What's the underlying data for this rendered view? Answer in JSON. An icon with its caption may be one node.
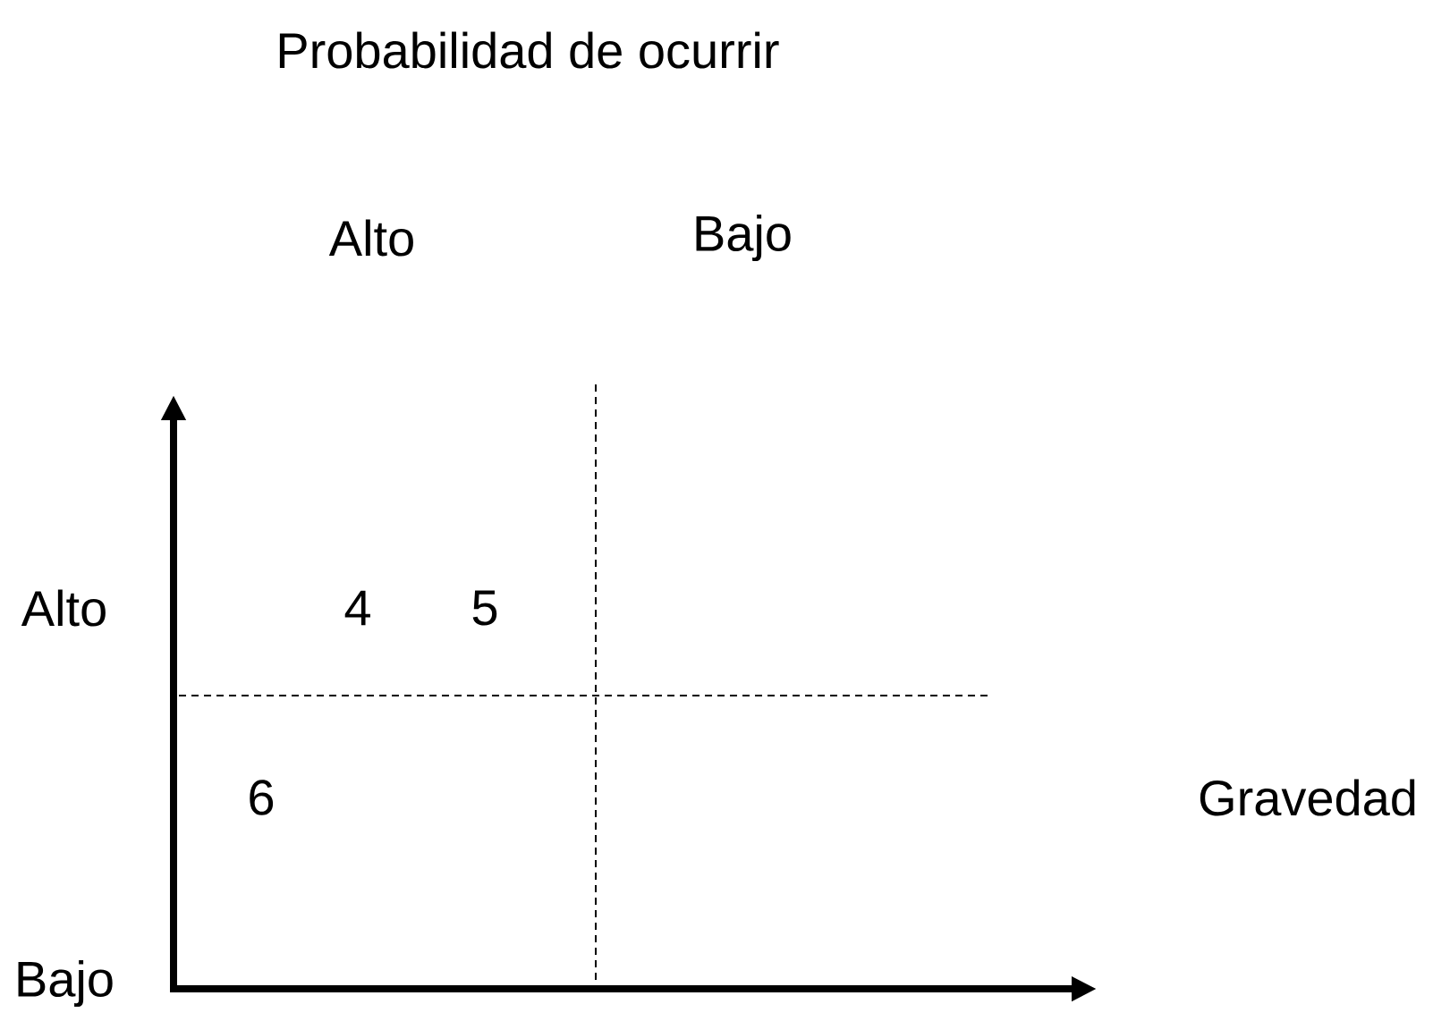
{
  "diagram": {
    "labels": [
      "Probabilidad de ocurrir",
      "Alto",
      "Bajo",
      "Alto",
      "4",
      "5",
      "6",
      "Gravedad",
      "Bajo"
    ]
  }
}
